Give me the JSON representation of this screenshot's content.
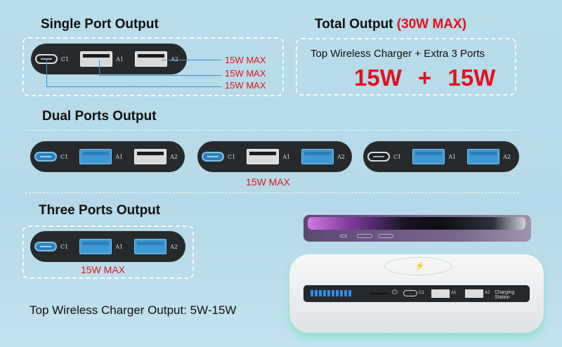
{
  "single_port": {
    "title": "Single Port Output",
    "ports": [
      {
        "id": "C1",
        "type": "usb-c",
        "active": false
      },
      {
        "id": "A1",
        "type": "usb-a",
        "active": false
      },
      {
        "id": "A2",
        "type": "usb-a",
        "active": false
      }
    ],
    "limits": [
      "15W MAX",
      "15W MAX",
      "15W MAX"
    ]
  },
  "total_output": {
    "title": "Total Output",
    "title_highlight": "(30W MAX)",
    "subtitle": "Top Wireless Charger + Extra 3 Ports",
    "value_left": "15W",
    "operator": "+",
    "value_right": "15W"
  },
  "dual_ports": {
    "title": "Dual Ports Output",
    "combos": [
      {
        "ports": [
          {
            "id": "C1",
            "active": true
          },
          {
            "id": "A1",
            "active": true
          },
          {
            "id": "A2",
            "active": false
          }
        ]
      },
      {
        "ports": [
          {
            "id": "C1",
            "active": true
          },
          {
            "id": "A1",
            "active": false
          },
          {
            "id": "A2",
            "active": true
          }
        ]
      },
      {
        "ports": [
          {
            "id": "C1",
            "active": false
          },
          {
            "id": "A1",
            "active": true
          },
          {
            "id": "A2",
            "active": true
          }
        ]
      }
    ],
    "limit": "15W MAX"
  },
  "three_ports": {
    "title": "Three Ports Output",
    "ports": [
      {
        "id": "C1",
        "active": true
      },
      {
        "id": "A1",
        "active": true
      },
      {
        "id": "A2",
        "active": true
      }
    ],
    "limit": "15W MAX"
  },
  "wireless": {
    "caption": "Top Wireless Charger Output: 5W-15W"
  },
  "device": {
    "label": "Charging Station",
    "ports": [
      "C1",
      "A1",
      "A2"
    ],
    "icons": [
      "power-icon",
      "wireless-charging-icon"
    ]
  },
  "colors": {
    "accent_red": "#e0121e",
    "active_port_blue": "#3d9ad6",
    "background": "#b9dcea",
    "strip": "#262a2d"
  }
}
